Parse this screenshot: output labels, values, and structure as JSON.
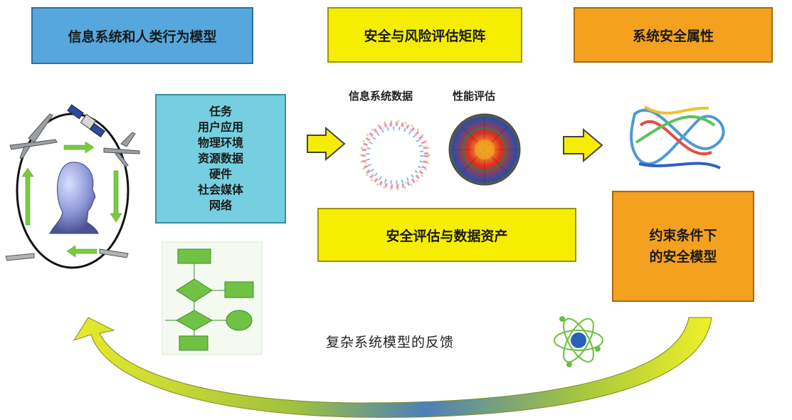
{
  "boxes": {
    "human_behavior_model": "信息系统和人类行为模型",
    "risk_matrix": "安全与风险评估矩阵",
    "security_attributes": "系统安全属性",
    "assessment_assets": "安全评估与数据资产",
    "constrained_model": [
      "约束条件下",
      "的安全模型"
    ]
  },
  "components": [
    "任务",
    "用户应用",
    "物理环境",
    "资源数据",
    "硬件",
    "社会媒体",
    "网络"
  ],
  "labels": {
    "info_system_data": "信息系统数据",
    "performance_eval": "性能评估",
    "feedback": "复杂系统模型的反馈"
  },
  "colors": {
    "blue": "#56a7dd",
    "yellow": "#f5ee00",
    "orange": "#f3a11f",
    "cyan": "#76cfe0",
    "arrow_green": "#7acb3c"
  },
  "icons": [
    "uav-icon",
    "satellite-icon",
    "human-head-icon",
    "flowchart-icon",
    "data-ring-icon",
    "performance-disk-icon",
    "security-surface-icon",
    "atom-icon"
  ]
}
